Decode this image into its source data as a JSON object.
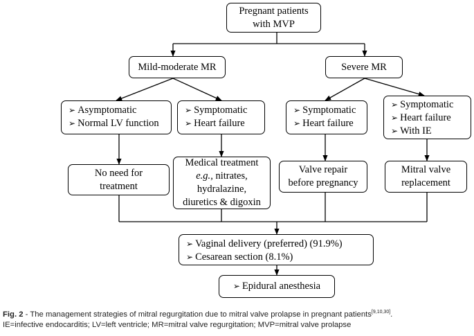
{
  "nodes": {
    "root": [
      "Pregnant patients",
      "with MVP"
    ],
    "mild": "Mild-moderate MR",
    "severe": "Severe MR",
    "mild_asym": [
      "Asymptomatic",
      "Normal LV function"
    ],
    "mild_sym": [
      "Symptomatic",
      "Heart failure"
    ],
    "sev_sym": [
      "Symptomatic",
      "Heart failure"
    ],
    "sev_ie": [
      "Symptomatic",
      "Heart failure",
      "With IE"
    ],
    "no_treat": [
      "No need for",
      "treatment"
    ],
    "medical": {
      "line1": "Medical treatment",
      "eg": "e.g.",
      "line2_rest": ", nitrates,",
      "line3": "hydralazine,",
      "line4": "diuretics & digoxin"
    },
    "repair": [
      "Valve repair",
      "before pregnancy"
    ],
    "replace": [
      "Mitral valve",
      "replacement"
    ],
    "delivery": [
      "Vaginal delivery (preferred) (91.9%)",
      "Cesarean section (8.1%)"
    ],
    "epidural": "Epidural anesthesia"
  },
  "caption": {
    "label": "Fig. 2",
    "text": " - The management strategies of mitral regurgitation due to mitral valve prolapse in pregnant patients",
    "refs": "[9,10,30]",
    "end": ".",
    "abbreviations": "IE=infective endocarditis; LV=left ventricle; MR=mitral valve regurgitation; MVP=mitral valve prolapse"
  }
}
